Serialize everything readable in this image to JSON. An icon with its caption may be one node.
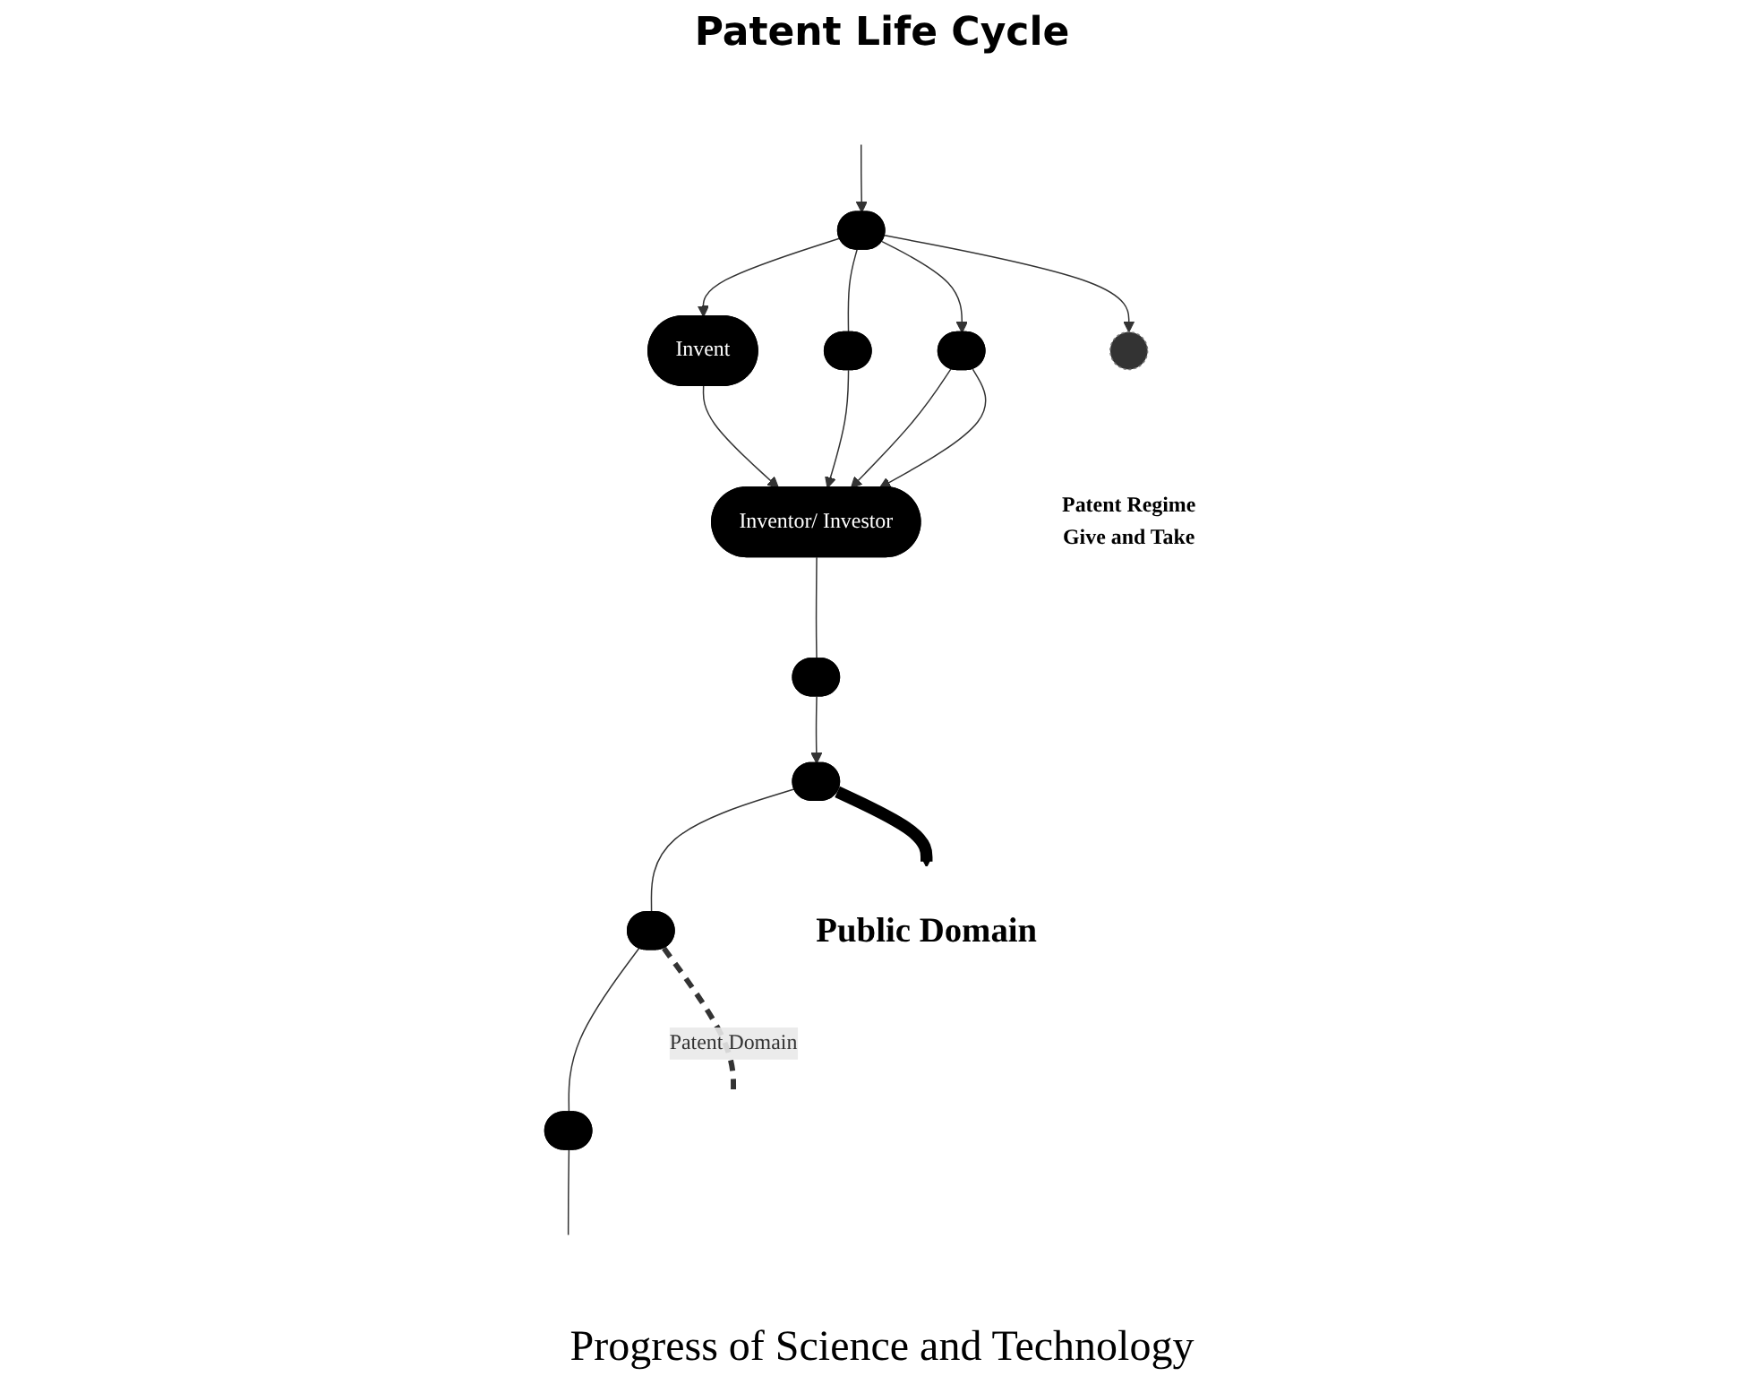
{
  "diagram": {
    "title": "Patent Life Cycle",
    "nodes": [
      {
        "text": [
          "Invent"
        ]
      },
      {
        "text": [],
        "shape": "ellipse"
      },
      {
        "text": [],
        "shape": "ellipse"
      },
      {
        "text": [
          "Inventor/ Investor"
        ]
      },
      {
        "text": [],
        "shape": "ellipse"
      },
      {
        "text": [],
        "shape": "ellipse"
      },
      {
        "text": [],
        "shape": "ellipse"
      },
      {
        "text": [],
        "shape": "ellipse"
      },
      {
        "text": [],
        "shape": "ellipse"
      },
      {
        "text": [],
        "shape": "circle",
        "beside": [
          "Patent Regime",
          "Give and Take"
        ]
      },
      {
        "text": [
          "Public Domain"
        ]
      }
    ],
    "edges": [
      {
        "from": 8,
        "to": 0,
        "arrow": "to"
      },
      {
        "from": 8,
        "to": 1,
        "arrow": "none"
      },
      {
        "from": 8,
        "to": 2,
        "arrow": "to"
      },
      {
        "from": 8,
        "to": 9,
        "arrow": "to"
      },
      {
        "from": 0,
        "to": 3,
        "arrow": "to"
      },
      {
        "from": 1,
        "to": 3,
        "arrow": "to"
      },
      {
        "from": 2,
        "to": 3,
        "arrow": "to"
      },
      {
        "from": 2,
        "to": 3,
        "arrow": "to"
      },
      {
        "from": 3,
        "to": 4,
        "arrow": "none"
      },
      {
        "from": 4,
        "to": 5,
        "arrow": "to"
      },
      {
        "from": 5,
        "to": 6,
        "arrow": "none"
      },
      {
        "from": 6,
        "to": 7,
        "arrow": "none"
      },
      {
        "from": 7,
        "to": null,
        "arrow": "none"
      },
      {
        "from": null,
        "to": 8,
        "arrow": "to"
      },
      {
        "from": 5,
        "to": 10,
        "arrow": "to",
        "style": "thick"
      },
      {
        "from": 6,
        "to": null,
        "arrow": "none",
        "style": "dashed",
        "label": "Patent Domain"
      }
    ],
    "labels": [
      "Progress of Science and Technology"
    ]
  }
}
